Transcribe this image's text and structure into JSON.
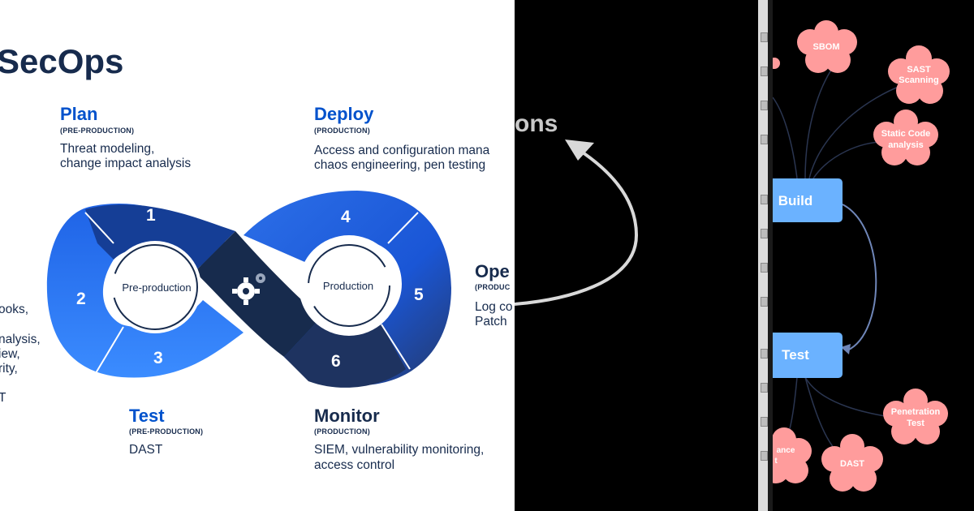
{
  "left": {
    "title": "SecOps",
    "stages": {
      "plan": {
        "name": "Plan",
        "phase": "(PRE-PRODUCTION)",
        "line1": "Threat modeling,",
        "line2": "change impact analysis"
      },
      "deploy": {
        "name": "Deploy",
        "phase": "(PRODUCTION)",
        "line1": "Access and configuration mana",
        "line2": "chaos engineering, pen testing"
      },
      "operate": {
        "name": "Ope",
        "phase": "(PRODUC",
        "line1": "Log co",
        "line2": "Patch"
      },
      "test": {
        "name": "Test",
        "phase": "(PRE-PRODUCTION)",
        "line1": "DAST"
      },
      "monitor": {
        "name": "Monitor",
        "phase": "(PRODUCTION)",
        "line1": "SIEM, vulnerability monitoring,",
        "line2": "access control"
      }
    },
    "clipped_left_lines": [
      "ooks,",
      "nalysis,",
      "iew,",
      "rity,",
      "T"
    ],
    "loop": {
      "left_label": "Pre-production",
      "right_label": "Production",
      "segments": [
        "1",
        "2",
        "3",
        "4",
        "5",
        "6"
      ],
      "center_icon": "gear-icon"
    },
    "colors": {
      "blue": "#1a6ef0",
      "dark_navy": "#172b4d",
      "accent": "#0052cc"
    }
  },
  "middle": {
    "text": "ons",
    "arrow": "curved-arrow-icon"
  },
  "right": {
    "clouds": {
      "sbom": "SBOM",
      "sast": "SAST Scanning",
      "static": "Static Code analysis",
      "penetration": "Penetration Test",
      "dast": "DAST",
      "compliance": "ance t"
    },
    "nodes": {
      "build": "Build",
      "test": "Test"
    },
    "colors": {
      "cloud": "#ff9c9c",
      "node": "#6bb2ff",
      "line": "#6f86b8"
    }
  }
}
